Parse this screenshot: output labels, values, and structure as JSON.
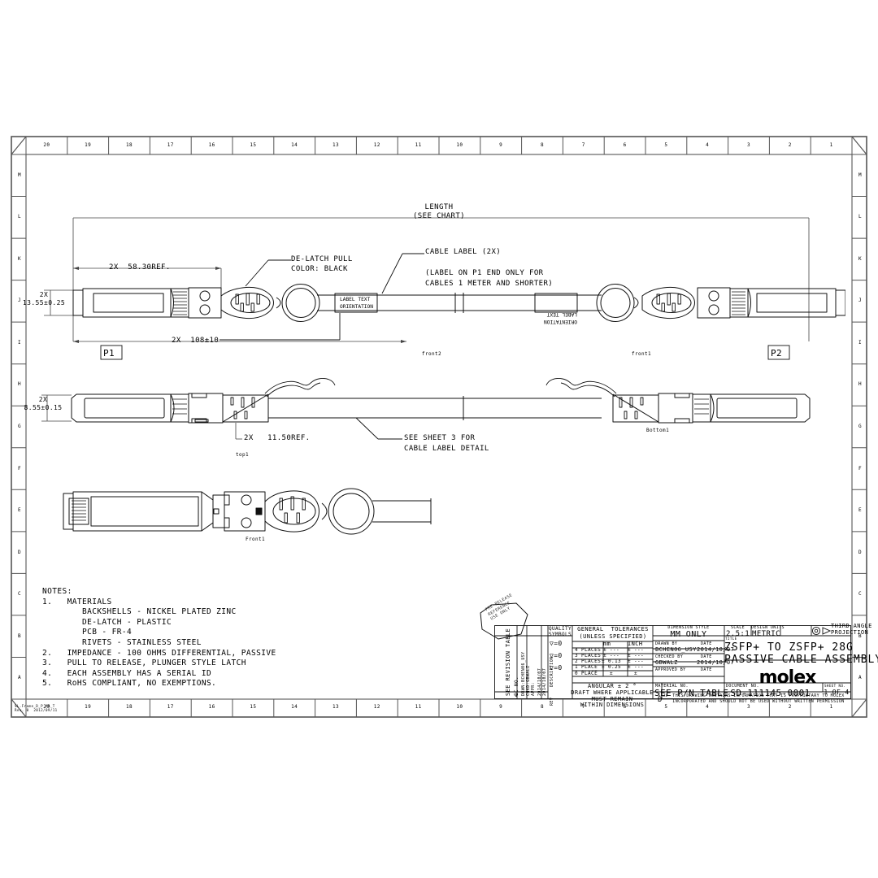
{
  "sheet": {
    "top_ruler": [
      "20",
      "19",
      "18",
      "17",
      "16",
      "15",
      "14",
      "13",
      "12",
      "11",
      "10",
      "9",
      "8",
      "7",
      "6",
      "5",
      "4",
      "3",
      "2",
      "1"
    ],
    "bottom_ruler": [
      "20",
      "19",
      "18",
      "17",
      "16",
      "15",
      "14",
      "13",
      "12",
      "11",
      "10",
      "9",
      "8",
      "7",
      "6",
      "5",
      "4",
      "3",
      "2",
      "1"
    ],
    "side_letters": [
      "M",
      "L",
      "K",
      "J",
      "I",
      "H",
      "G",
      "F",
      "E",
      "D",
      "C",
      "B",
      "A"
    ],
    "corner_stamp_line1": "SL.Frame_D_P_AR_T",
    "corner_stamp_line2": "Rev. 0  2012/09/11"
  },
  "views": {
    "length_label_line1": "LENGTH",
    "length_label_line2": "(SEE CHART)",
    "delatch_line1": "DE-LATCH PULL",
    "delatch_line2": "COLOR: BLACK",
    "cable_label_line1": "CABLE LABEL (2X)",
    "cable_label_line2": "(LABEL ON P1 END ONLY FOR",
    "cable_label_line3": "CABLES 1 METER AND SHORTER)",
    "label_text_line1": "LABEL TEXT",
    "label_text_line2": "ORIENTATION",
    "see_sheet_line1": "SEE SHEET 3 FOR",
    "see_sheet_line2": "CABLE LABEL DETAIL",
    "dim_width": "2X\n13.55±0.25",
    "dim_width_l1": "2X",
    "dim_width_l2": "13.55±0.25",
    "dim_height_l1": "2X",
    "dim_height_l2": "8.55±0.15",
    "dim_58": "2X  58.30REF.",
    "dim_108": "2X  108±10",
    "dim_1150": "2X   11.50REF.",
    "p1": "P1",
    "p2": "P2",
    "view_front2": "front2",
    "view_front1_top": "front1",
    "view_top1": "top1",
    "view_bottom1": "Bottom1",
    "view_front1_bottom": "Front1"
  },
  "notes": {
    "heading": "NOTES:",
    "items": [
      "1.   MATERIALS",
      "        BACKSHELLS - NICKEL PLATED ZINC",
      "        DE-LATCH - PLASTIC",
      "        PCB - FR-4",
      "        RIVETS - STAINLESS STEEL",
      "2.   IMPEDANCE - 100 OHMS DIFFERENTIAL, PASSIVE",
      "3.   PULL TO RELEASE, PLUNGER STYLE LATCH",
      "4.   EACH ASSEMBLY HAS A SERIAL ID",
      "5.   RoHS COMPLIANT, NO EXEMPTIONS."
    ]
  },
  "titleblock": {
    "stamp_line1": "PRE-RELEASE",
    "stamp_line2": "REFERENCE",
    "stamp_line3": "USE ONLY",
    "revision_table": "SEE REVISION TABLE",
    "ec_no_label": "EC NO.",
    "drawn_label": "DRWN",
    "drawn_by": "BCHEN06_USY",
    "drawn_date": "2014/10/07",
    "chkd_label": "CHKD",
    "chkd_by": "GBWALZ",
    "chkd_date": "2014/10/07",
    "appr_label": "APPR",
    "rev_col": "REV",
    "rev_num": "1",
    "description_col": "DESCRIPTION",
    "quality_symbols_l1": "QUALITY",
    "quality_symbols_l2": "SYMBOLS",
    "quality_marks": [
      "▽=0",
      "▽=0",
      "▽=0"
    ],
    "gen_tol_l1": "GENERAL  TOLERANCES",
    "gen_tol_l2": "(UNLESS SPECIFIED)",
    "tol_col_mm": "mm",
    "tol_col_inch": "INCH",
    "tol_rows": [
      {
        "places": "4 PLACES",
        "mm": "± ---",
        "inch": "± ---"
      },
      {
        "places": "3 PLACES",
        "mm": "± ---",
        "inch": "± ---"
      },
      {
        "places": "2 PLACES",
        "mm": "± 0.13",
        "inch": "± ---"
      },
      {
        "places": "1 PLACE",
        "mm": "± 0.25",
        "inch": "± ---"
      },
      {
        "places": "0 PLACE",
        "mm": "±",
        "inch": "±"
      }
    ],
    "angular": "ANGULAR ± 2 °",
    "draft_l1": "DRAFT WHERE APPLICABLE",
    "draft_l2": "MUST REMAIN",
    "draft_l3": "WITHIN DIMENSIONS",
    "dimension_style_label": "DIMENSION STYLE",
    "dimension_style_value": "MM ONLY",
    "drawn_by_label": "DRAWN BY",
    "date_label_1": "DATE",
    "checked_by_label": "CHECKED BY",
    "date_label_2": "DATE",
    "approved_by_label": "APPROVED BY",
    "date_label_3": "DATE",
    "material_no_label": "MATERIAL NO.",
    "material_no_value": "SEE P/N TABLE",
    "size_label": "SIZE",
    "size_value": "D",
    "scale_label": "SCALE",
    "scale_value": "2.5:1",
    "design_units_label": "DESIGN UNITS",
    "design_units_value": "METRIC",
    "projection_l1": "THIRD ANGLE",
    "projection_l2": "PROJECTION",
    "title_label": "TITLE",
    "title_l1": "ZSFP+ TO ZSFP+ 28G",
    "title_l2": "PASSIVE CABLE ASSEMBLY",
    "brand": "molex",
    "document_no_label": "DOCUMENT NO.",
    "document_no_value": "SD-111145-0001",
    "sheet_no_label": "SHEET NO.",
    "sheet_no_value": "1 OF 4",
    "proprietary_l1": "THIS DRAWING CONTAINS INFORMATION THAT IS PROPRIETARY TO MOLEX",
    "proprietary_l2": "INCORPORATED AND SHOULD NOT BE USED WITHOUT WRITTEN PERMISSION"
  }
}
